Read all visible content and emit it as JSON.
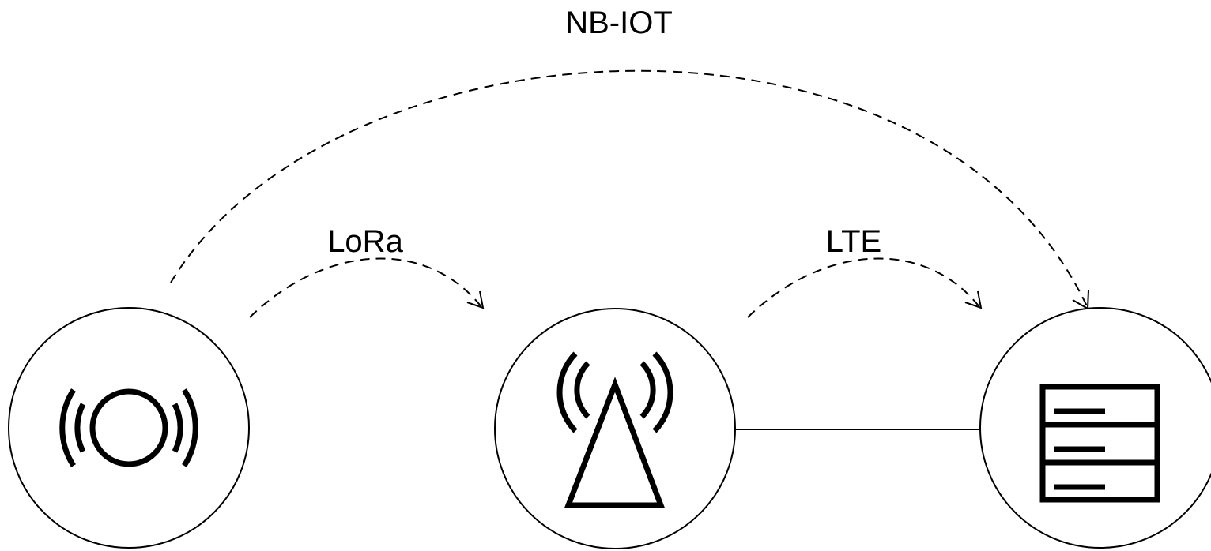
{
  "nodes": {
    "sensor": {
      "icon": "sensor-icon"
    },
    "gateway": {
      "icon": "antenna-tower-icon"
    },
    "server": {
      "icon": "server-icon"
    }
  },
  "links": {
    "lora": {
      "label": "LoRa"
    },
    "lte": {
      "label": "LTE"
    },
    "nbiot": {
      "label": "NB-IOT"
    }
  },
  "colors": {
    "stroke": "#000000",
    "background": "#ffffff"
  }
}
